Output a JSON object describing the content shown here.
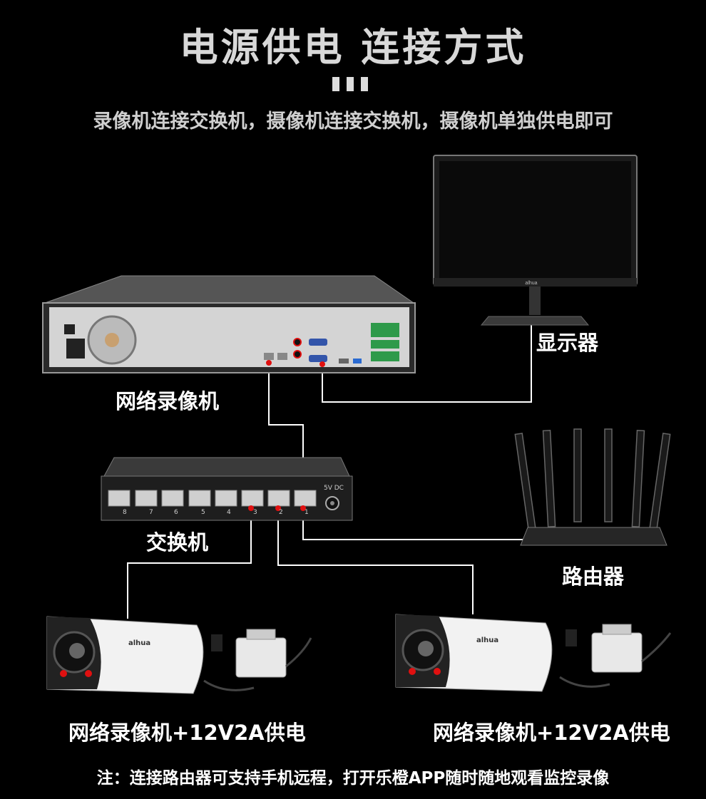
{
  "title": "电源供电 连接方式",
  "subtitle": "录像机连接交换机，摄像机连接交换机，摄像机单独供电即可",
  "labels": {
    "nvr": "网络录像机",
    "monitor": "显示器",
    "switch": "交换机",
    "router": "路由器",
    "camera_left": "网络录像机+12V2A供电",
    "camera_right": "网络录像机+12V2A供电"
  },
  "switch_ports": [
    "8",
    "7",
    "6",
    "5",
    "4",
    "3",
    "2",
    "1"
  ],
  "switch_power_label": "5V DC",
  "camera_brand": "alhua",
  "monitor_brand": "alhua",
  "note": "注：连接路由器可支持手机远程，打开乐橙APP随时随地观看监控录像",
  "colors": {
    "background": "#000000",
    "port_highlight": "#e01010",
    "wire": "#ffffff"
  }
}
